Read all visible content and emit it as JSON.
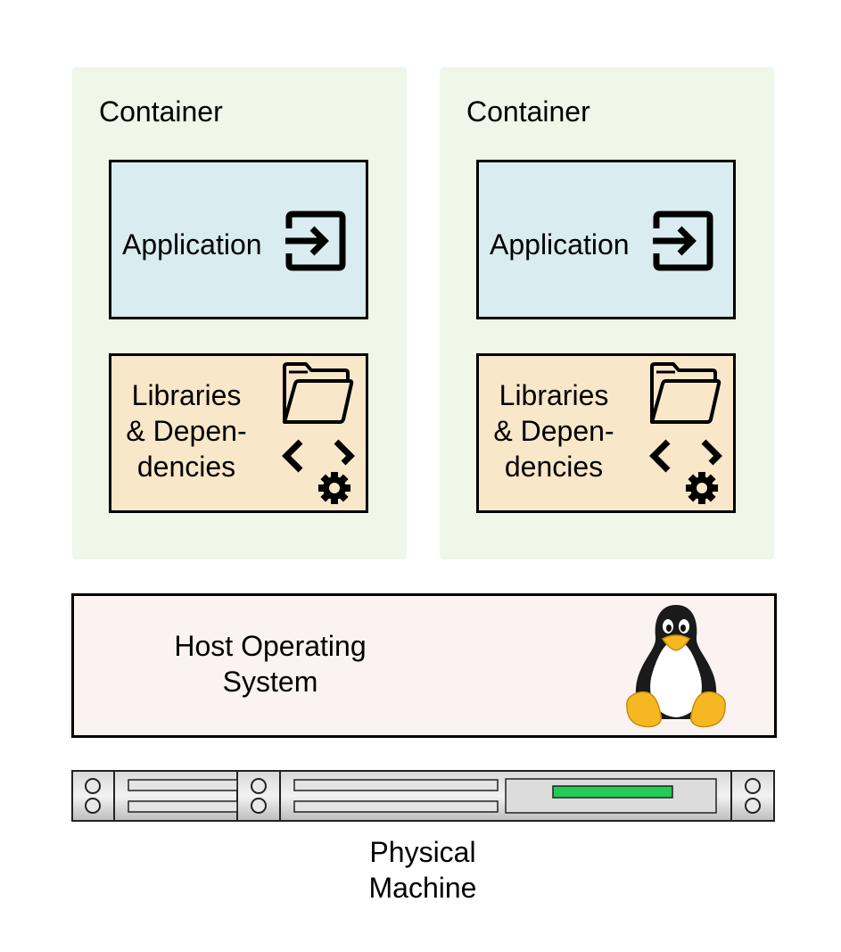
{
  "containers": [
    {
      "title": "Container",
      "application": {
        "label": "Application",
        "icon": "exit-arrow-icon"
      },
      "libraries": {
        "line1": "Libraries",
        "line2": "& Depen-",
        "line3": "dencies",
        "icons": [
          "folder-icon",
          "code-gear-icon"
        ]
      }
    },
    {
      "title": "Container",
      "application": {
        "label": "Application",
        "icon": "exit-arrow-icon"
      },
      "libraries": {
        "line1": "Libraries",
        "line2": "& Depen-",
        "line3": "dencies",
        "icons": [
          "folder-icon",
          "code-gear-icon"
        ]
      }
    }
  ],
  "host": {
    "line1": "Host Operating",
    "line2": "System",
    "icon": "tux-penguin-icon"
  },
  "machine": {
    "line1": "Physical",
    "line2": "Machine",
    "icon": "rack-server-icon"
  },
  "colors": {
    "container_bg": "#f0f6e8",
    "application_bg": "#d9edf0",
    "libraries_bg": "#f8e7c8",
    "host_bg": "#fbf2f2",
    "server_led": "#22cc55"
  }
}
